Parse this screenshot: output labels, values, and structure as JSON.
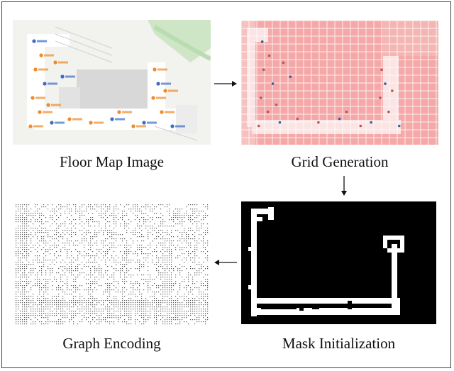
{
  "steps": [
    {
      "label": "Floor Map Image",
      "image_name": "floor-map-image"
    },
    {
      "label": "Grid Generation",
      "image_name": "grid-generation-image"
    },
    {
      "label": "Mask Initialization",
      "image_name": "mask-initialization-image"
    },
    {
      "label": "Graph Encoding",
      "image_name": "graph-encoding-image"
    }
  ],
  "colors": {
    "map_background": "#f2f2ef",
    "map_walkway": "#ffffff",
    "map_building": "#d8d8d8",
    "map_road": "#b9dcb0",
    "poi_orange": "#f08a2a",
    "poi_blue": "#3a6fc4",
    "grid_fill": "#f4a9a8",
    "grid_line": "#ffffff",
    "mask_background": "#000000",
    "mask_walkway": "#ffffff",
    "graph_nodes": "#555555",
    "arrow": "#111111"
  }
}
